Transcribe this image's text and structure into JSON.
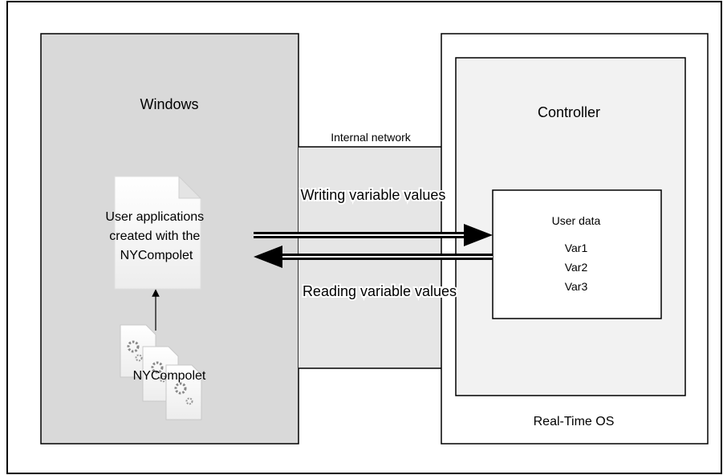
{
  "windows_panel": {
    "title": "Windows"
  },
  "user_app_doc": {
    "lines": [
      "User applications",
      "created with the",
      "NYCompolet"
    ]
  },
  "library": {
    "label": "NYCompolet"
  },
  "network": {
    "label": "Internal network"
  },
  "arrows": {
    "write_label": "Writing variable values",
    "read_label": "Reading variable values"
  },
  "rtos_panel": {
    "label": "Real-Time OS"
  },
  "controller": {
    "title": "Controller"
  },
  "user_data": {
    "title": "User data",
    "vars": [
      "Var1",
      "Var2",
      "Var3"
    ]
  },
  "colors": {
    "windows_fill": "#d9d9d9",
    "network_fill": "#e6e6e6",
    "controller_fill": "#f2f2f2",
    "stroke": "#000000"
  },
  "icons": [
    "document-icon",
    "gear-document-icon"
  ]
}
